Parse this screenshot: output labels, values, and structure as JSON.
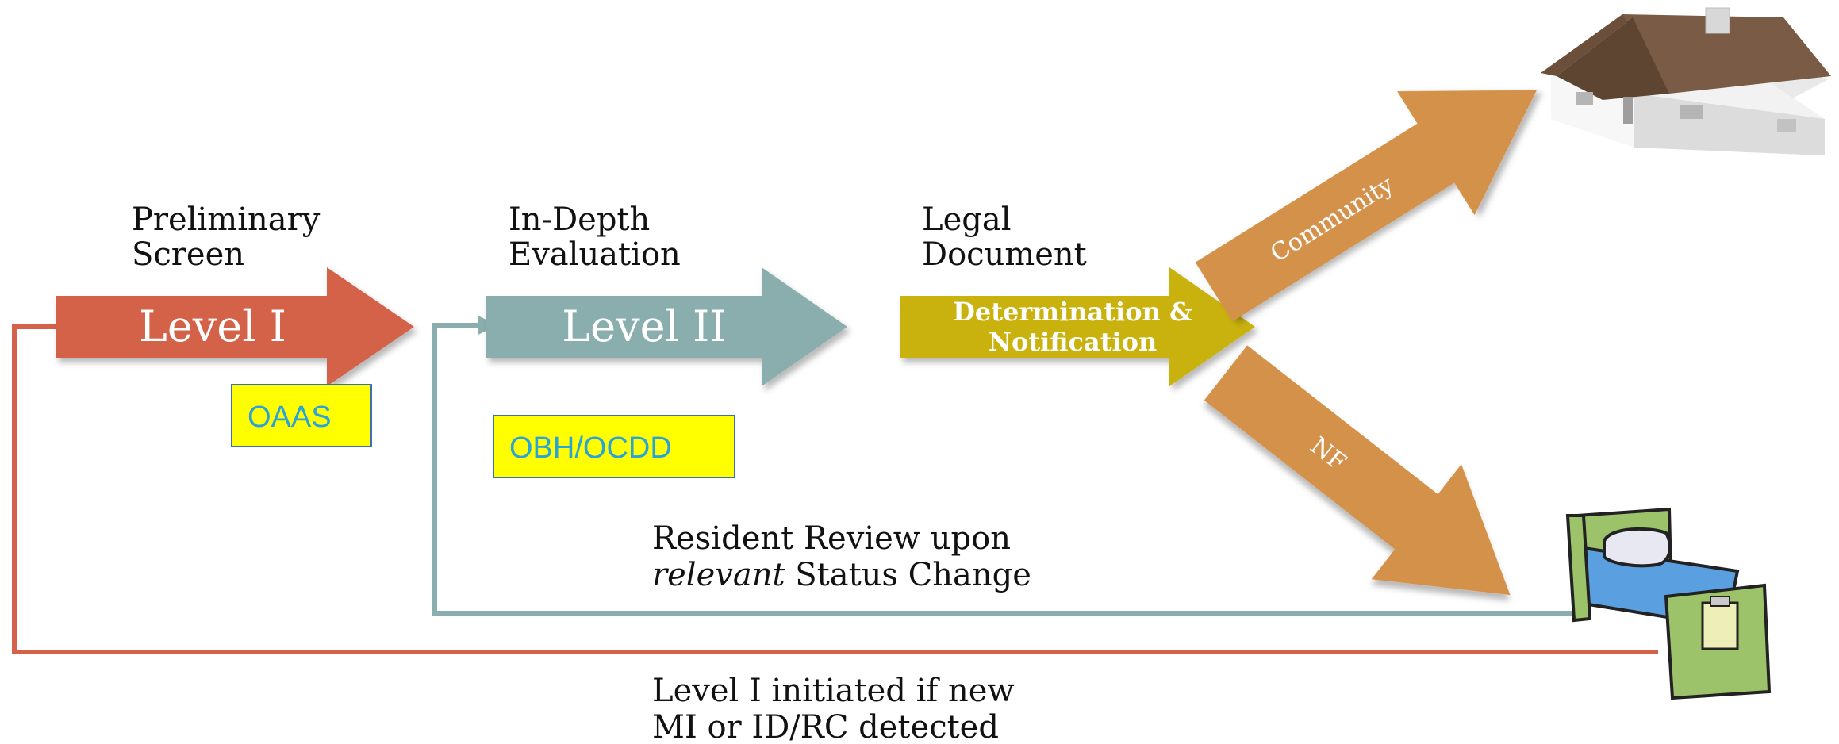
{
  "stages": {
    "level1": {
      "heading_line1": "Preliminary",
      "heading_line2": "Screen",
      "arrow_label": "Level I",
      "agency": "OAAS",
      "color": "#d4624a"
    },
    "level2": {
      "heading_line1": "In-Depth",
      "heading_line2": "Evaluation",
      "arrow_label": "Level II",
      "agency": "OBH/OCDD",
      "color": "#8aaeae"
    },
    "determination": {
      "heading_line1": "Legal",
      "heading_line2": "Document",
      "arrow_line1": "Determination &",
      "arrow_line2": "Notification",
      "color": "#c9b20f"
    }
  },
  "outcomes": {
    "community": {
      "label": "Community",
      "icon": "house-icon",
      "color": "#d4914a"
    },
    "nf": {
      "label": "NF",
      "icon": "bed-icon",
      "color": "#d4914a"
    }
  },
  "loops": {
    "resident_review_line1": "Resident Review upon",
    "resident_review_italic": "relevant",
    "resident_review_rest": " Status Change",
    "level1_line1": "Level I initiated if new",
    "level1_line2": "MI or ID/RC detected"
  },
  "colors": {
    "agency_box_fill": "#ffff00",
    "agency_box_border": "#3b6fb6",
    "agency_text": "#2aa3d8"
  }
}
